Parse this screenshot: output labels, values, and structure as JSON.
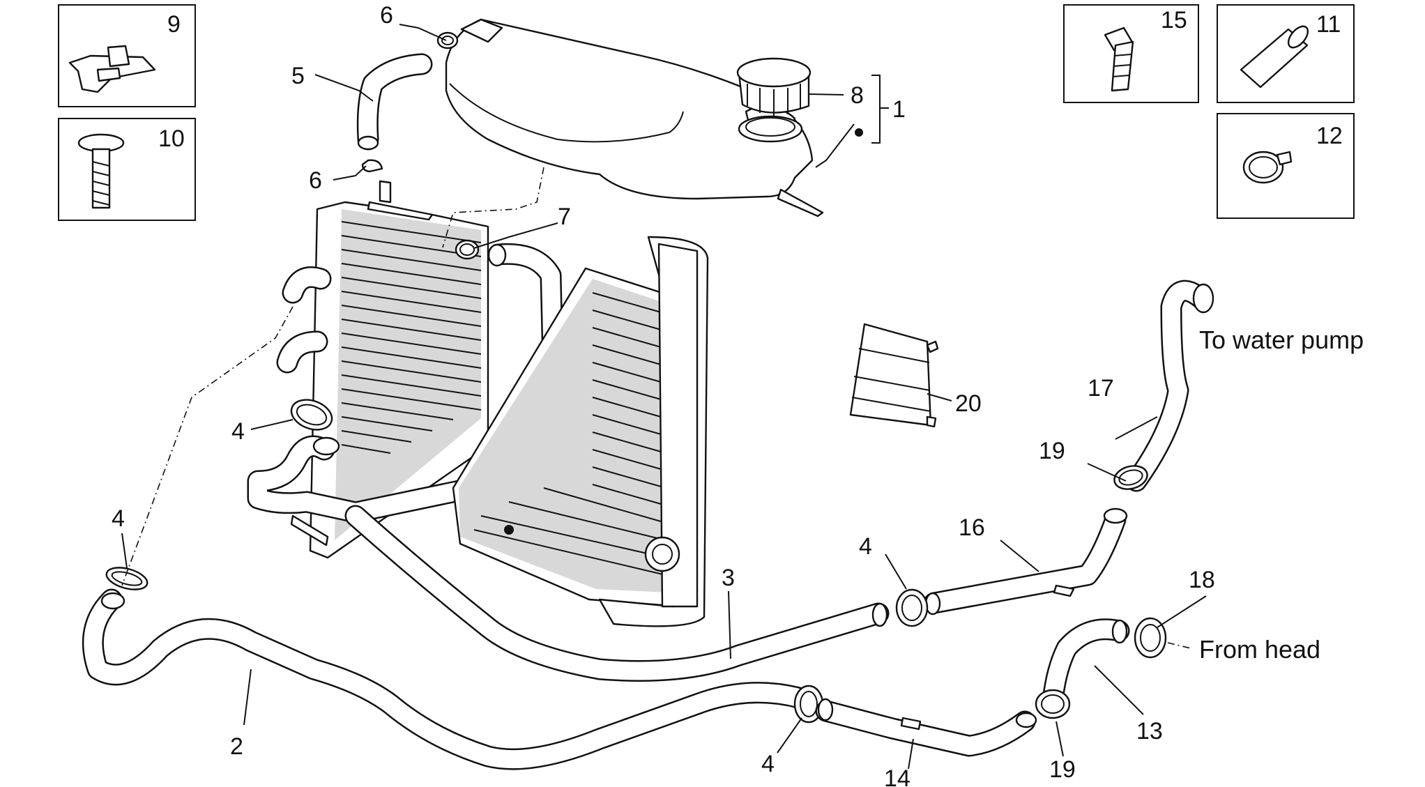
{
  "callouts": [
    {
      "id": "c1",
      "text": "1"
    },
    {
      "id": "c2",
      "text": "2"
    },
    {
      "id": "c3",
      "text": "3"
    },
    {
      "id": "c4a",
      "text": "4"
    },
    {
      "id": "c4b",
      "text": "4"
    },
    {
      "id": "c4c",
      "text": "4"
    },
    {
      "id": "c4d",
      "text": "4"
    },
    {
      "id": "c5",
      "text": "5"
    },
    {
      "id": "c6a",
      "text": "6"
    },
    {
      "id": "c6b",
      "text": "6"
    },
    {
      "id": "c7",
      "text": "7"
    },
    {
      "id": "c8",
      "text": "8"
    },
    {
      "id": "c9",
      "text": "9"
    },
    {
      "id": "c10",
      "text": "10"
    },
    {
      "id": "c11",
      "text": "11"
    },
    {
      "id": "c12",
      "text": "12"
    },
    {
      "id": "c13",
      "text": "13"
    },
    {
      "id": "c14",
      "text": "14"
    },
    {
      "id": "c15",
      "text": "15"
    },
    {
      "id": "c16",
      "text": "16"
    },
    {
      "id": "c17",
      "text": "17"
    },
    {
      "id": "c18",
      "text": "18"
    },
    {
      "id": "c19a",
      "text": "19"
    },
    {
      "id": "c19b",
      "text": "19"
    },
    {
      "id": "c20",
      "text": "20"
    }
  ],
  "notes": {
    "to_water_pump": "To water pump",
    "from_head": "From head"
  }
}
